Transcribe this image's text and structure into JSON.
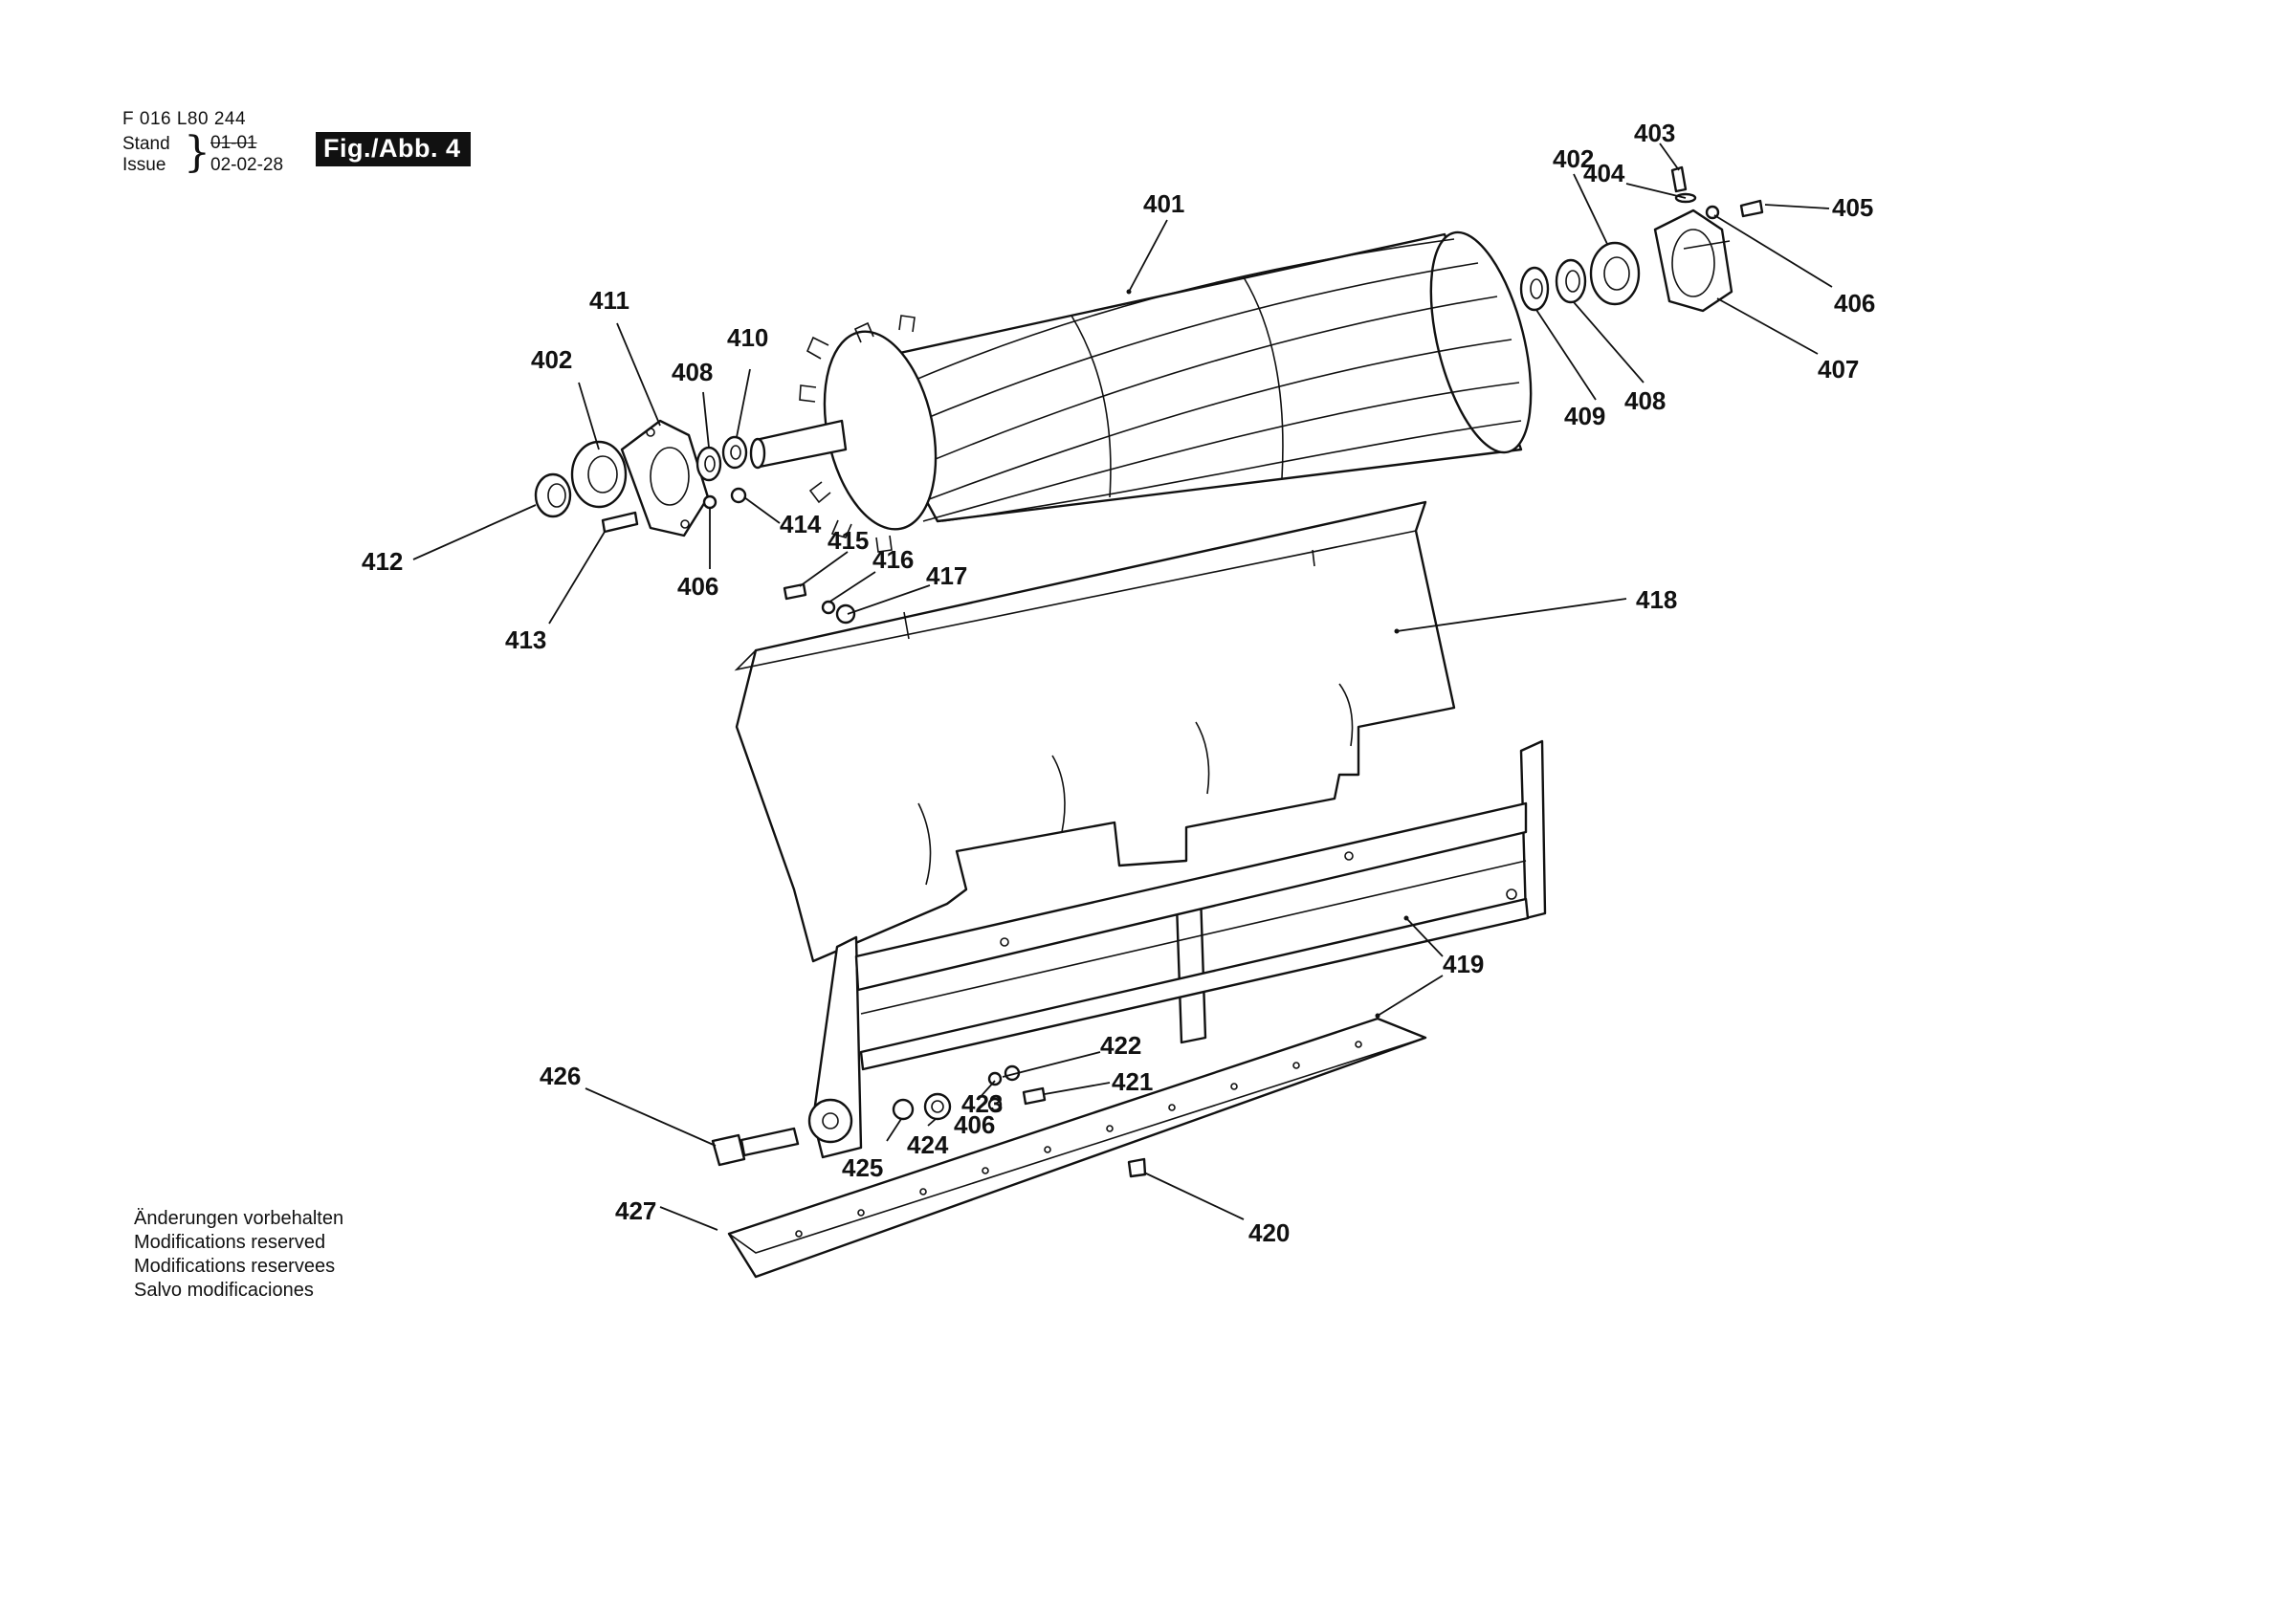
{
  "header": {
    "part_number": "F 016 L80 244",
    "stand_label": "Stand",
    "issue_label": "Issue",
    "stand_value": "01-01",
    "issue_value": "02-02-28",
    "figure_label": "Fig./Abb. 4"
  },
  "callouts": {
    "c401": "401",
    "c402a": "402",
    "c402b": "402",
    "c403": "403",
    "c404": "404",
    "c405": "405",
    "c406a": "406",
    "c406b": "406",
    "c406c": "406",
    "c407": "407",
    "c408a": "408",
    "c408b": "408",
    "c409": "409",
    "c410": "410",
    "c411": "411",
    "c412": "412",
    "c413": "413",
    "c414": "414",
    "c415": "415",
    "c416": "416",
    "c417": "417",
    "c418": "418",
    "c419": "419",
    "c420": "420",
    "c421": "421",
    "c422": "422",
    "c423": "423",
    "c424": "424",
    "c425": "425",
    "c426": "426",
    "c427": "427"
  },
  "notes": [
    "Änderungen vorbehalten",
    "Modifications reserved",
    "Modifications reservees",
    "Salvo modificaciones"
  ]
}
